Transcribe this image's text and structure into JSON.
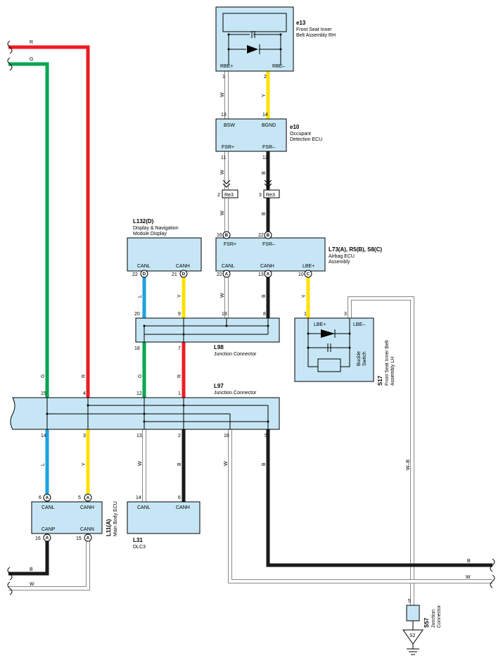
{
  "colors": {
    "R": "#ee1c24",
    "G": "#00a651",
    "L": "#1ba1e2",
    "Y": "#ffe100",
    "B": "#1a1a1a",
    "W": "#ffffff",
    "outline": "#8a8a8a",
    "box_fill": "#c6e6f5"
  },
  "components": {
    "e13": {
      "id": "e13",
      "name_l1": "Front Seat Inner",
      "name_l2": "Belt Assembly RH",
      "pin_rbe_plus": "RBE+",
      "pin_rbe_minus": "RBE–"
    },
    "e10": {
      "id": "e10",
      "name_l1": "Occupant",
      "name_l2": "Detection ECU",
      "pin_bsw": "BSW",
      "pin_bgnd": "BGND",
      "pin_fsr_plus": "FSR+",
      "pin_fsr_minus": "FSR–"
    },
    "re3": {
      "label": "Re3"
    },
    "l73": {
      "id": "L73(A), R5(B), S8(C)",
      "name_l1": "Airbag ECU",
      "name_l2": "Assembly",
      "pin_fsr_plus": "FSR+",
      "pin_fsr_minus": "FSR–",
      "pin_canl": "CANL",
      "pin_canh": "CANH",
      "pin_lbe": "LBE+"
    },
    "l132": {
      "id": "L132(D)",
      "name_l1": "Display & Navigation",
      "name_l2": "Module Display",
      "pin_canl": "CANL",
      "pin_canh": "CANH"
    },
    "l98": {
      "id": "L98",
      "name": "Junction Connector"
    },
    "l97": {
      "id": "L97",
      "name": "Junction Connector"
    },
    "s17": {
      "id": "S17",
      "name_l1": "Front Seat Inner Belt",
      "name_l2": "Assembly LH",
      "switch_l1": "Buckle",
      "switch_l2": "Switch",
      "pin_lbe_plus": "LBE+",
      "pin_lbe_minus": "LBE–"
    },
    "l11": {
      "id": "L11(A)",
      "name": "Main Body ECU",
      "pin_canl": "CANL",
      "pin_canh": "CANH",
      "pin_canp": "CANP",
      "pin_cann": "CANN"
    },
    "l31": {
      "id": "L31",
      "name": "DLC3",
      "pin_canl": "CANL",
      "pin_canh": "CANH"
    },
    "s57": {
      "id": "S57",
      "name_l1": "Junction",
      "name_l2": "Connector"
    },
    "ground": {
      "label": "S2"
    }
  },
  "pins": {
    "e13_1": "1",
    "e13_2": "2",
    "e10_13": "13",
    "e10_14": "14",
    "e10_11": "11",
    "e10_12": "12",
    "re3_2": "2",
    "re3_3": "3",
    "l73_16": "16",
    "l73_22": "22",
    "l73_22b": "22",
    "l73_13": "13",
    "l73_10": "10",
    "l132_22": "22",
    "l132_21": "21",
    "l98_20": "20",
    "l98_9": "9",
    "l98_19": "19",
    "l98_8": "8",
    "l98_18": "18",
    "l98_7": "7",
    "s17_1": "1",
    "s17_3": "3",
    "l97_15": "15",
    "l97_4": "4",
    "l97_12": "12",
    "l97_1": "1",
    "l97_14": "14",
    "l97_3": "3",
    "l97_13": "13",
    "l97_2": "2",
    "l97_16": "16",
    "l97_5": "5",
    "l11_6": "6",
    "l11_5": "5",
    "l11_16": "16",
    "l11_15": "15",
    "l31_14": "14",
    "l31_6": "6",
    "s57_5": "5"
  },
  "connector_letters": {
    "A": "A",
    "B": "B",
    "C": "C",
    "D": "D"
  },
  "wire_labels": {
    "R": "R",
    "G": "G",
    "W": "W",
    "Y": "Y",
    "B": "B",
    "L": "L",
    "WB": "W–B"
  }
}
